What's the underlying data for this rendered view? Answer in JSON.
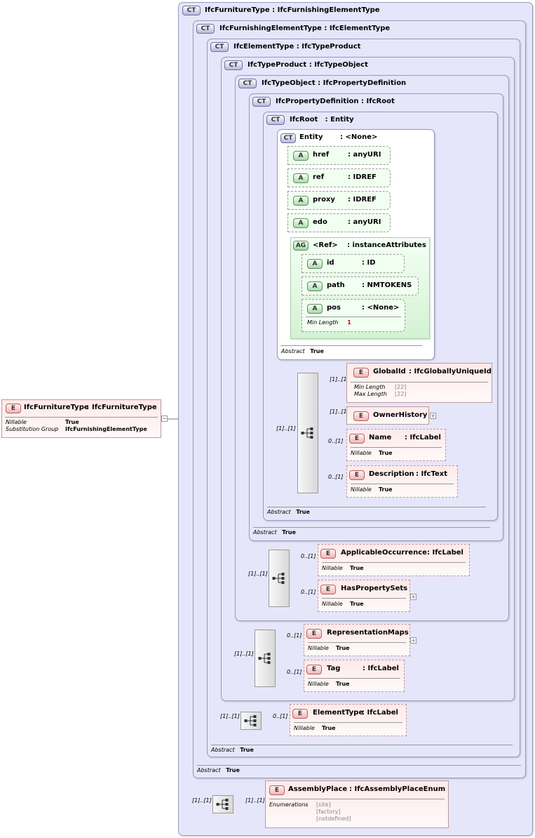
{
  "root_element": {
    "name": "IfcFurnitureType",
    "type": "IfcFurnitureType",
    "props": [
      [
        "Nillable",
        "True"
      ],
      [
        "Substitution Group",
        "IfcFurnishingElementType"
      ]
    ]
  },
  "hierarchy": [
    {
      "name": "IfcFurnitureType",
      "type": "IfcFurnishingElementType"
    },
    {
      "name": "IfcFurnishingElementType",
      "type": "IfcElementType"
    },
    {
      "name": "IfcElementType",
      "type": "IfcTypeProduct"
    },
    {
      "name": "IfcTypeProduct",
      "type": "IfcTypeObject"
    },
    {
      "name": "IfcTypeObject",
      "type": "IfcPropertyDefinition"
    },
    {
      "name": "IfcPropertyDefinition",
      "type": "IfcRoot"
    },
    {
      "name": "IfcRoot",
      "type": "Entity"
    },
    {
      "name": "Entity",
      "type": "<None>"
    }
  ],
  "entity_attributes": [
    {
      "name": "href",
      "type": "anyURI"
    },
    {
      "name": "ref",
      "type": "IDREF"
    },
    {
      "name": "proxy",
      "type": "IDREF"
    },
    {
      "name": "edo",
      "type": "anyURI"
    }
  ],
  "attribute_group": {
    "ref": "<Ref>",
    "type": "instanceAttributes",
    "attributes": [
      {
        "name": "id",
        "type": "ID"
      },
      {
        "name": "path",
        "type": "NMTOKENS"
      },
      {
        "name": "pos",
        "type": "<None>",
        "min_length_label": "Min Length",
        "min_length": "1"
      }
    ]
  },
  "labels": {
    "ct": "CT",
    "ag": "AG",
    "a": "A",
    "e": "E",
    "colon": ":",
    "abstract": "Abstract",
    "true": "True",
    "nillable": "Nillable",
    "min_length": "Min Length",
    "max_length": "Max Length",
    "enumerations": "Enumerations"
  },
  "root_elements": [
    {
      "card": "[1]..[1]",
      "name": "GlobalId",
      "type": "IfcGloballyUniqueId",
      "min": "[22]",
      "max": "[22]"
    },
    {
      "card": "[1]..[1]",
      "name": "OwnerHistory"
    },
    {
      "card": "0..[1]",
      "name": "Name",
      "type": "IfcLabel"
    },
    {
      "card": "0..[1]",
      "name": "Description",
      "type": "IfcText"
    }
  ],
  "typeobject_elements": [
    {
      "card": "0..[1]",
      "name": "ApplicableOccurrence",
      "type": "IfcLabel"
    },
    {
      "card": "0..[1]",
      "name": "HasPropertySets"
    }
  ],
  "typeproduct_elements": [
    {
      "card": "0..[1]",
      "name": "RepresentationMaps"
    },
    {
      "card": "0..[1]",
      "name": "Tag",
      "type": "IfcLabel"
    }
  ],
  "elementtype_elements": [
    {
      "card": "0..[1]",
      "name": "ElementType",
      "type": "IfcLabel"
    }
  ],
  "furniture_elements": [
    {
      "card": "[1]..[1]",
      "name": "AssemblyPlace",
      "type": "IfcAssemblyPlaceEnum",
      "enumerations": [
        "[site]",
        "[factory]",
        "[notdefined]"
      ]
    }
  ],
  "sequence_cards": {
    "root": "[1]..[1]",
    "typeobject": "[1]..[1]",
    "typeproduct": "[1]..[1]",
    "elementtype": "[1]..[1]",
    "furniture": "[1]..[1]"
  },
  "expander_symbol": "−",
  "plus_symbol": "+"
}
